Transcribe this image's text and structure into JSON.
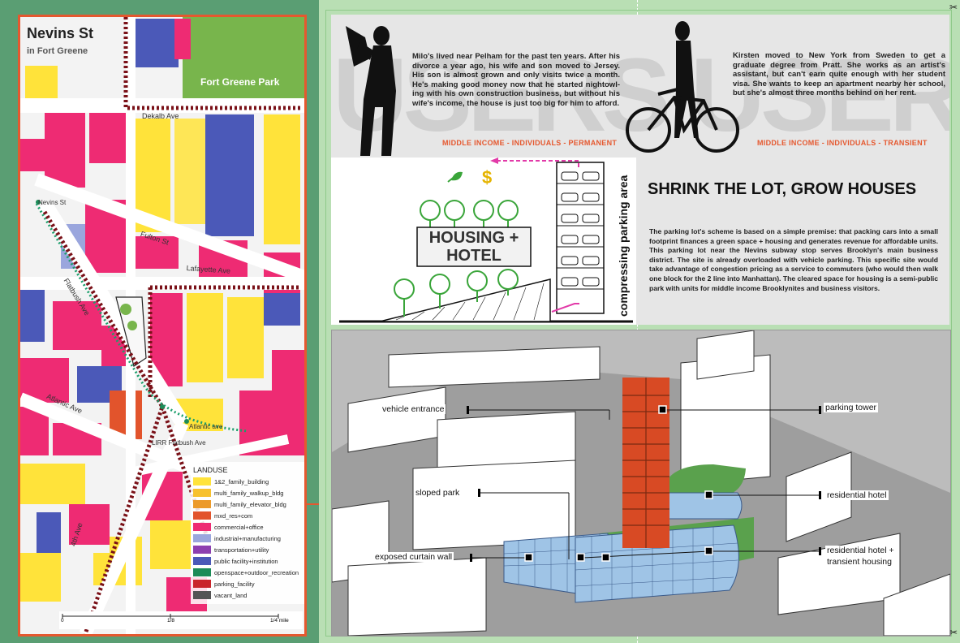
{
  "map": {
    "title": "Nevins St",
    "subtitle": "in Fort Greene",
    "park_label": "Fort Greene Park",
    "streets": {
      "dekalb": "Dekalb Ave",
      "nevins": "Nevins St",
      "fulton": "Fulton St",
      "lafayette": "Lafayette Ave",
      "flatbush": "Flatbush Ave",
      "atlantic": "Atlantic Ave",
      "atlantic_station": "Atlantic ave",
      "lirr": "LIRR Flatbush Ave",
      "fourth": "4th Ave"
    },
    "legend_title": "LANDUSE",
    "legend": [
      {
        "label": "1&2_family_building",
        "color": "#ffe33a"
      },
      {
        "label": "multi_family_walkup_bldg",
        "color": "#f7c12e"
      },
      {
        "label": "multi_family_elevator_bldg",
        "color": "#ec9a2a"
      },
      {
        "label": "mxd_res+com",
        "color": "#e2542c"
      },
      {
        "label": "commercial+office",
        "color": "#ee2b73"
      },
      {
        "label": "industrial+manufacturing",
        "color": "#9aa6dd"
      },
      {
        "label": "transportation+utility",
        "color": "#8d3fb0"
      },
      {
        "label": "public facility+institution",
        "color": "#4b59b8"
      },
      {
        "label": "openspace+outdoor_recreation",
        "color": "#1d8c58"
      },
      {
        "label": "parking_facility",
        "color": "#c9252b"
      },
      {
        "label": "vacant_land",
        "color": "#555555"
      }
    ],
    "scale": {
      "start": "0",
      "mid": "1/8",
      "end": "1/4 mile"
    }
  },
  "users": {
    "ghost_text": "USERS USERS",
    "milo": {
      "bio": "Milo's lived near Pelham for the past ten years.  After his divorce a year ago, his wife and son moved to Jersey. His son is almost grown and only visits twice a month. He's making good money now that he started nightowl-ing with his own construction business, but without his wife's income, the house is just too big for him to afford.",
      "tag": "MIDDLE INCOME - INDIVIDUALS - PERMANENT"
    },
    "kirsten": {
      "bio": "Kirsten moved to New York from Sweden to get a graduate degree from Pratt.  She works as an artist's assistant, but can't earn quite enough with her student visa.  She wants to keep an apartment nearby her school, but she's almost three months behind on her rent.",
      "tag": "MIDDLE INCOME - INDIVIDUALS - TRANSIENT"
    }
  },
  "diagram": {
    "housing_label": "HOUSING + HOTEL",
    "parking_label": "compressing parking area",
    "dollar": "$"
  },
  "scheme": {
    "heading": "SHRINK THE LOT, GROW HOUSES",
    "body": "The parking lot's scheme is based on a simple premise: that packing cars into a small footprint finances a green space + housing and generates revenue for affordable units.  This parking lot near the Nevins subway stop serves Brooklyn's main business district.  The site is already overloaded with vehicle parking.  This specific site would take advantage of congestion pricing as a service to commuters (who would then walk one block for the 2 line into Manhattan). The cleared space for housing is a semi-public park with units for middle income Brooklynites and business visitors."
  },
  "axon": {
    "callouts": {
      "vehicle_entrance": "vehicle entrance",
      "parking_tower": "parking tower",
      "sloped_park": "sloped park",
      "residential_hotel": "residential hotel",
      "curtain_wall": "exposed curtain wall",
      "res_hotel_transient_1": "residential hotel +",
      "res_hotel_transient_2": "transient housing"
    }
  },
  "marks": {
    "cut": "✂"
  }
}
